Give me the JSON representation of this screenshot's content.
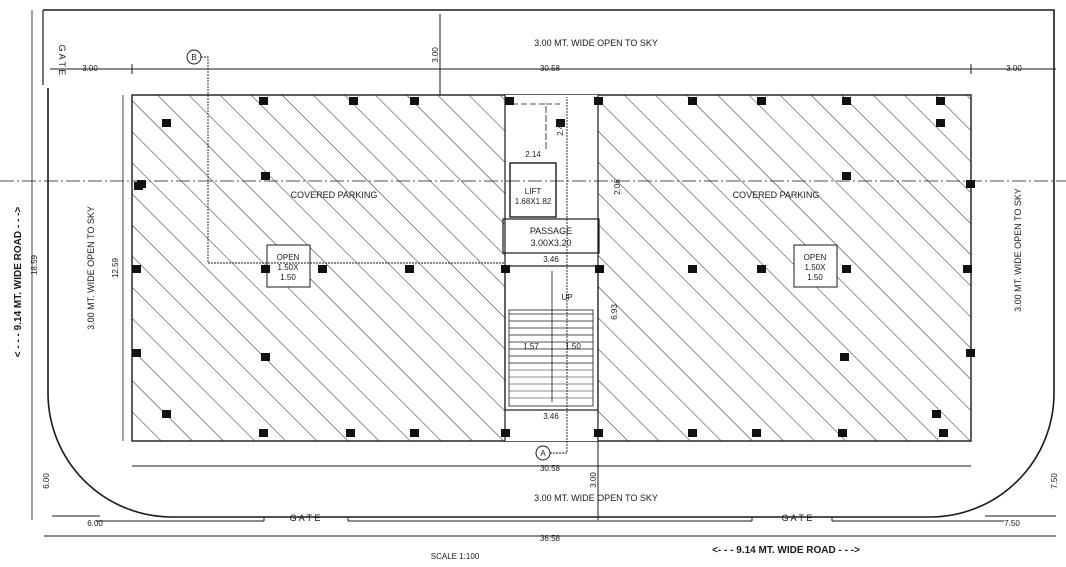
{
  "drawing": {
    "open_top": "3.00 MT. WIDE OPEN TO SKY",
    "open_bottom": "3.00 MT. WIDE OPEN TO SKY",
    "open_left": "3.00 MT. WIDE OPEN TO SKY",
    "open_right": "3.00 MT. WIDE OPEN TO SKY",
    "road_left": "< - - - 9.14 MT. WIDE ROAD - - ->",
    "road_bottom": "<- - - 9.14 MT. WIDE ROAD - - ->",
    "gate_left": "G A T E",
    "gate_bottom_left": "G A T E",
    "gate_bottom_right": "G A T E",
    "parking_left": "COVERED PARKING",
    "parking_right": "COVERED PARKING",
    "lift": [
      "LIFT",
      "1.68X1.82"
    ],
    "passage": [
      "PASSAGE",
      "3.00X3.20"
    ],
    "open_left_box": [
      "OPEN",
      "1.50X",
      "1.50"
    ],
    "open_right_box": [
      "OPEN",
      "1.50X",
      "1.50"
    ],
    "stair_up": "UP",
    "marker_b": "B",
    "marker_a": "A",
    "scale": "SCALE  1:100",
    "dims": {
      "top_left": "3.00",
      "top_mid": "30.58",
      "top_right": "3.00",
      "top_vertical": "3.00",
      "bottom_mid": "30.58",
      "bottom_vertical": "3.00",
      "overall_bottom": "36.58",
      "left_vertical": "18.59",
      "inner_left_vertical": "12.59",
      "lift_width": "2.14",
      "lift_height": "2.41",
      "passage_height": "2.06",
      "stair_width_top": "3.46",
      "stair_width_bottom": "3.46",
      "stair_height": "6.93",
      "stair_left": "1.57",
      "stair_right": "1.50",
      "corner_left_h": "6.00",
      "corner_left_v": "6.00",
      "corner_right_h": "7.50",
      "corner_right_v": "7.50"
    }
  }
}
